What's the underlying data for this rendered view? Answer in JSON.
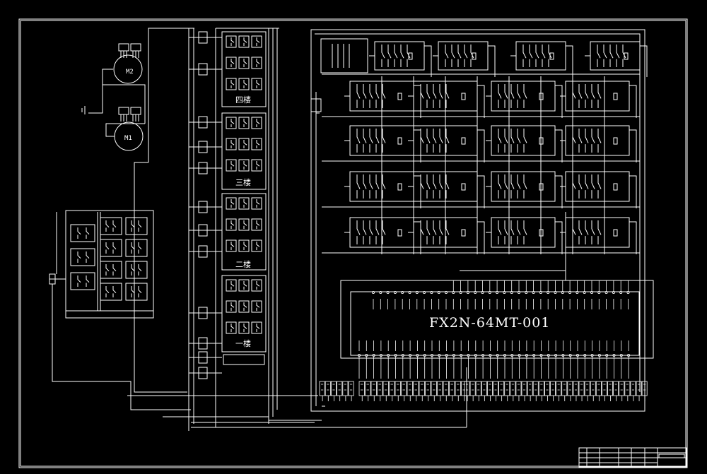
{
  "plc": {
    "model": "FX2N-64MT-001"
  },
  "motors": {
    "m2": "M2",
    "m1": "M1"
  },
  "floors": [
    "四楼",
    "三楼",
    "二楼",
    "一楼"
  ],
  "colors": {
    "background": "#000000",
    "line": "#ffffff"
  }
}
